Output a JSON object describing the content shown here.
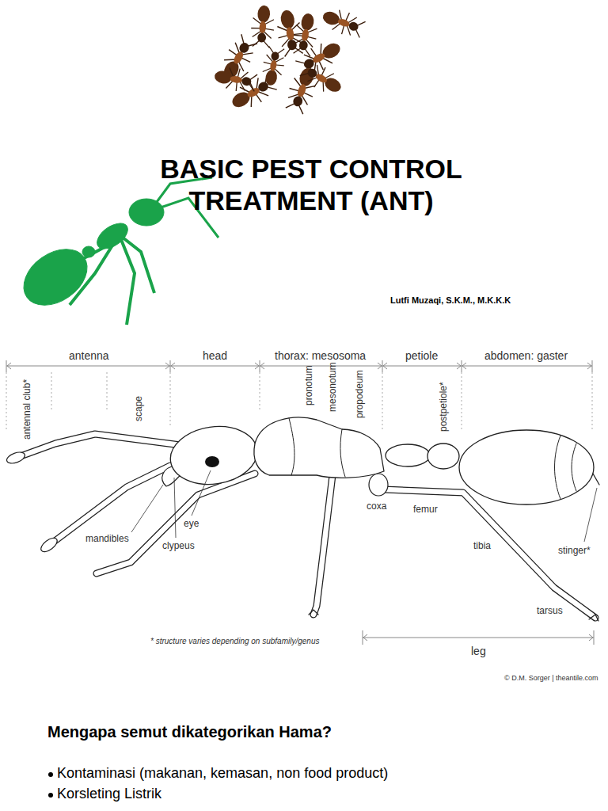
{
  "diagram": {
    "title": "BASIC PEST CONTROL TREATMENT (ANT)",
    "labels": [
      "Lutfi Muzaqi, S.K.M., M.K.K.K",
      "antenna",
      "head",
      "thorax: mesosoma",
      "petiole",
      "abdomen: gaster",
      "antennal club*",
      "scape",
      "pronotum",
      "mesonotum",
      "propodeum",
      "postpetiole*",
      "eye",
      "clypeus",
      "mandibles",
      "coxa",
      "femur",
      "tibia",
      "stinger*",
      "tarsus",
      "leg",
      "* structure varies depending on subfamily/genus",
      "© D.M. Sorger | theantile.com",
      "Mengapa semut dikategorikan Hama?",
      "Kontaminasi (makanan, kemasan, non food product)",
      "Korsleting Listrik"
    ]
  }
}
